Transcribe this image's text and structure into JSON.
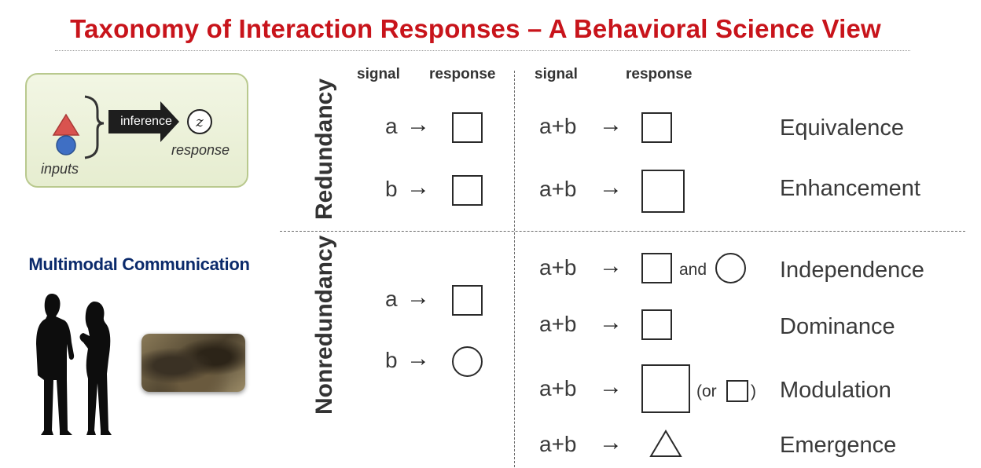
{
  "title": "Taxonomy of Interaction Responses – A Behavioral Science View",
  "inference_box": {
    "inference_label": "inference",
    "response_variable": "z",
    "response_label": "response",
    "inputs_label": "inputs"
  },
  "multimodal": {
    "title": "Multimodal Communication"
  },
  "rows": {
    "redundancy": "Redundancy",
    "nonredundancy": "Nonredundancy"
  },
  "columns": {
    "left_signal": "signal",
    "left_response": "response",
    "right_signal": "signal",
    "right_response": "response"
  },
  "unimodal": {
    "redundancy": [
      {
        "signal": "a",
        "arrow": "→",
        "response_shape": "square"
      },
      {
        "signal": "b",
        "arrow": "→",
        "response_shape": "square"
      }
    ],
    "nonredundancy": [
      {
        "signal": "a",
        "arrow": "→",
        "response_shape": "square"
      },
      {
        "signal": "b",
        "arrow": "→",
        "response_shape": "circle"
      }
    ]
  },
  "combined": [
    {
      "signal": "a+b",
      "arrow": "→",
      "category": "Equivalence",
      "response_shape": "square"
    },
    {
      "signal": "a+b",
      "arrow": "→",
      "category": "Enhancement",
      "response_shape": "large-square"
    },
    {
      "signal": "a+b",
      "arrow": "→",
      "category": "Independence",
      "response_shape": "square-and-circle",
      "connector": "and"
    },
    {
      "signal": "a+b",
      "arrow": "→",
      "category": "Dominance",
      "response_shape": "square"
    },
    {
      "signal": "a+b",
      "arrow": "→",
      "category": "Modulation",
      "response_shape": "large-square-or-square",
      "alt_open": "(or",
      "alt_close": ")"
    },
    {
      "signal": "a+b",
      "arrow": "→",
      "category": "Emergence",
      "response_shape": "triangle"
    }
  ],
  "colors": {
    "title": "#c8141b",
    "triangle_input": "#d9534f",
    "circle_input": "#3f6fc4",
    "multimodal_title": "#0b2a6b",
    "box_fill": "#e6edd0",
    "box_border": "#b9c98e"
  }
}
